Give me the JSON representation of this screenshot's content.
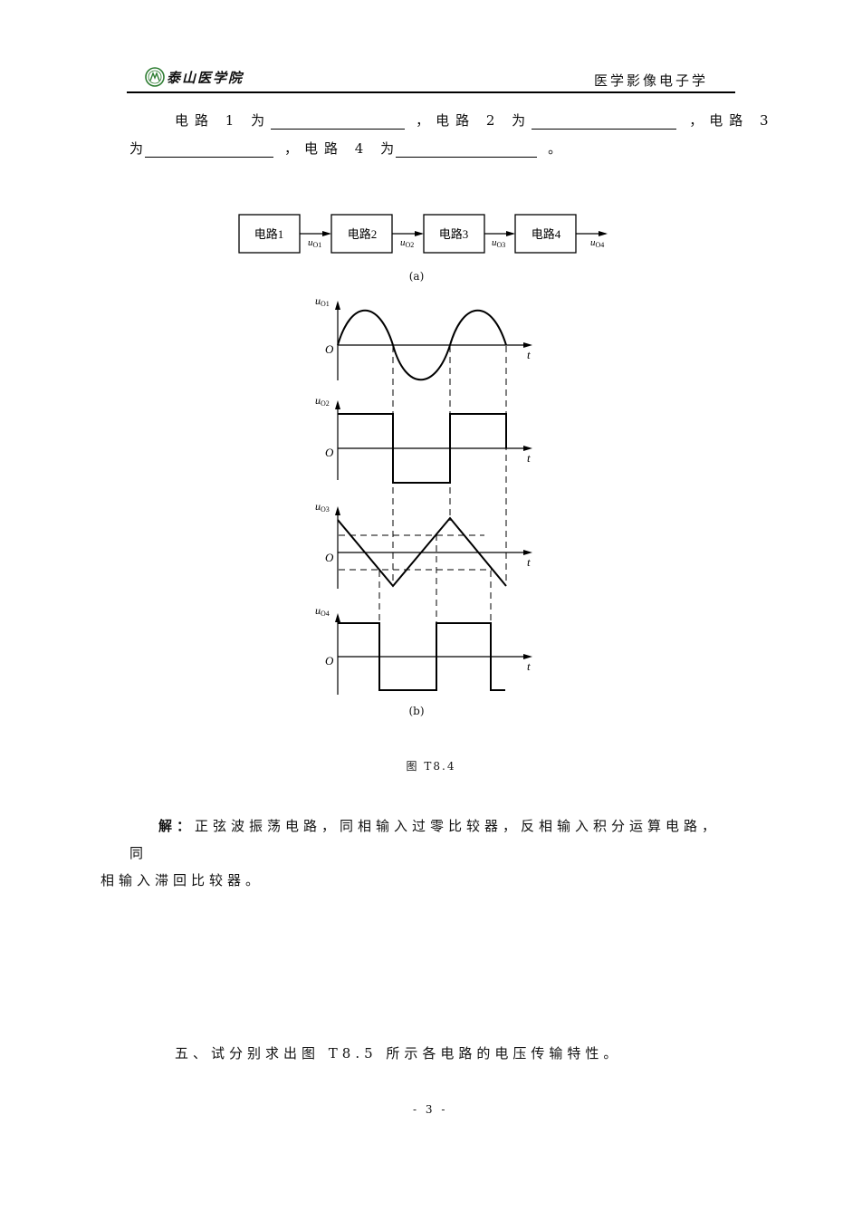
{
  "header": {
    "school": "泰山医学院",
    "course": "医学影像电子学"
  },
  "question": {
    "seg1": "电路 1 为",
    "seg2": "，电路 2 为",
    "seg3": "，电路 3",
    "seg4": "为",
    "seg5": "，电路 4 为",
    "seg6": "。"
  },
  "figure": {
    "blocks": [
      "电路1",
      "电路2",
      "电路3",
      "电路4"
    ],
    "outputs": [
      "O1",
      "O2",
      "O3",
      "O4"
    ],
    "output_symbol": "u",
    "caption_a": "(a)",
    "caption_b": "(b)",
    "title": "图 T8.4",
    "axis_origin": "O",
    "axis_t": "t"
  },
  "answer": {
    "label": "解：",
    "text1": "正弦波振荡电路，同相输入过零比较器，反相输入积分运算电路，同",
    "text2": "相输入滞回比较器。"
  },
  "next_question": "五、试分别求出图 T8.5 所示各电路的电压传输特性。",
  "page_number": "- 3 -"
}
